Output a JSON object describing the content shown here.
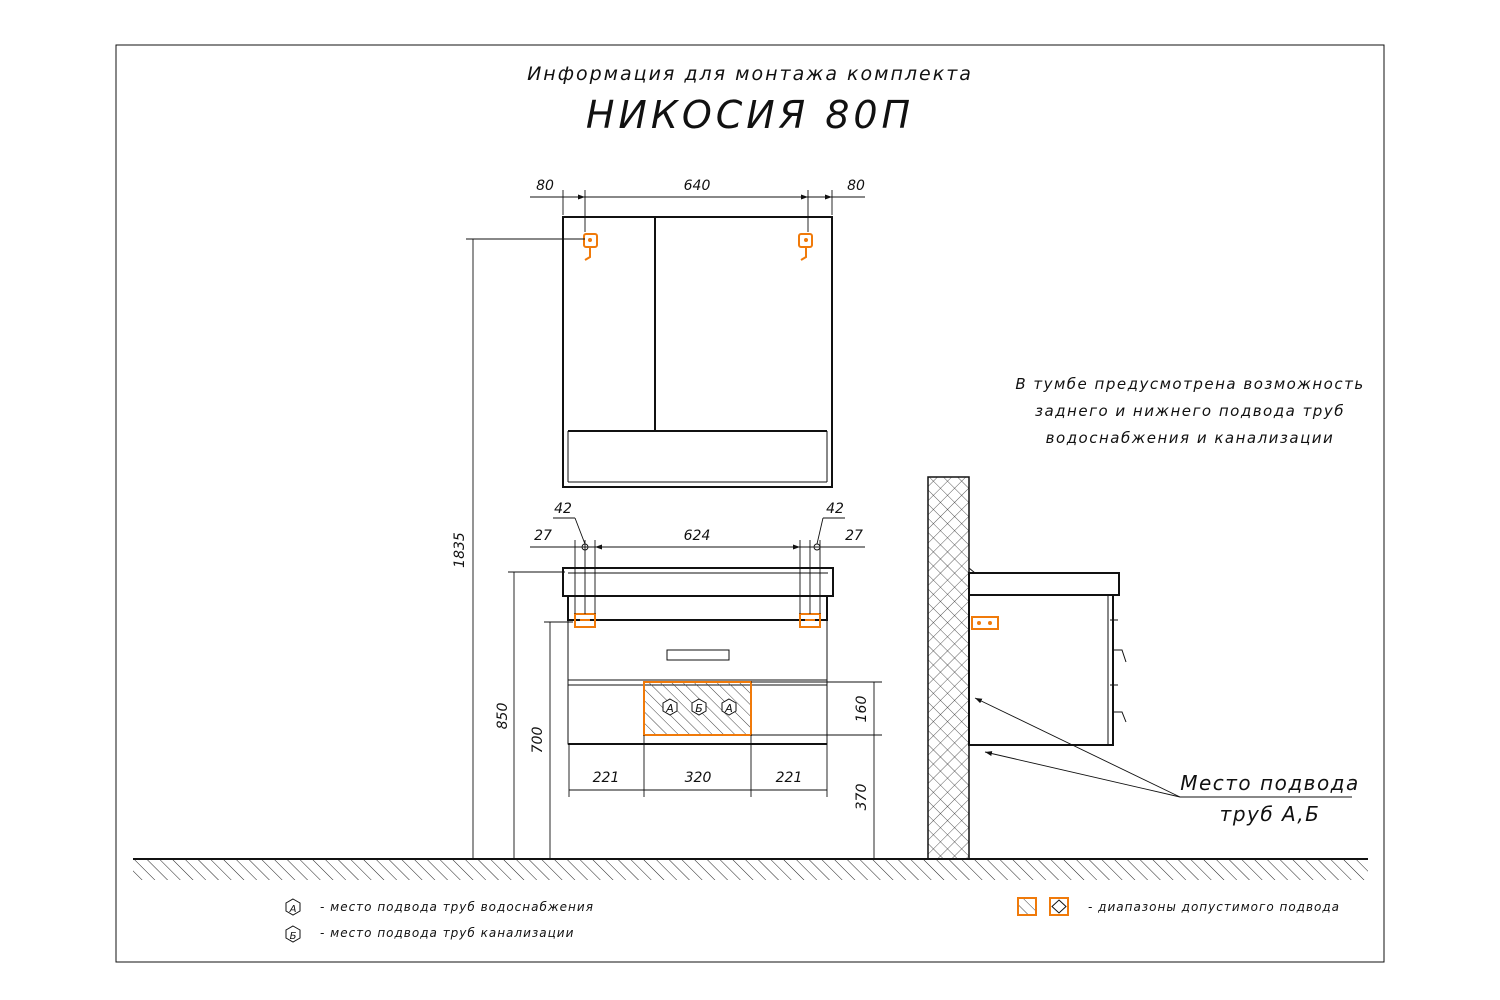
{
  "header": {
    "subtitle": "Информация для монтажа комплекта",
    "title": "НИКОСИЯ 80П"
  },
  "note": {
    "lines": [
      "В тумбе предусмотрена возможность",
      "заднего и нижнего подвода труб",
      "водоснабжения и канализации"
    ]
  },
  "dimensions": {
    "mirror_left": "80",
    "mirror_mid": "640",
    "mirror_right": "80",
    "hole_left": "42",
    "hole_right": "42",
    "edge_left": "27",
    "cabinet_mid": "624",
    "edge_right": "27",
    "height_total": "1835",
    "height_850": "850",
    "height_700": "700",
    "zone_height": "160",
    "zone_bottom": "370",
    "zone_left": "221",
    "zone_width": "320",
    "zone_right": "221"
  },
  "markers": {
    "a": "А",
    "b": "Б"
  },
  "callout": {
    "line1": "Место подвода",
    "line2": "труб А,Б"
  },
  "legend": {
    "water": "- место подвода труб водоснабжения",
    "sewer": "- место подвода труб канализации",
    "ranges": "- диапазоны допустимого подвода"
  },
  "colors": {
    "accent": "#f07a0a",
    "line": "#111111"
  }
}
